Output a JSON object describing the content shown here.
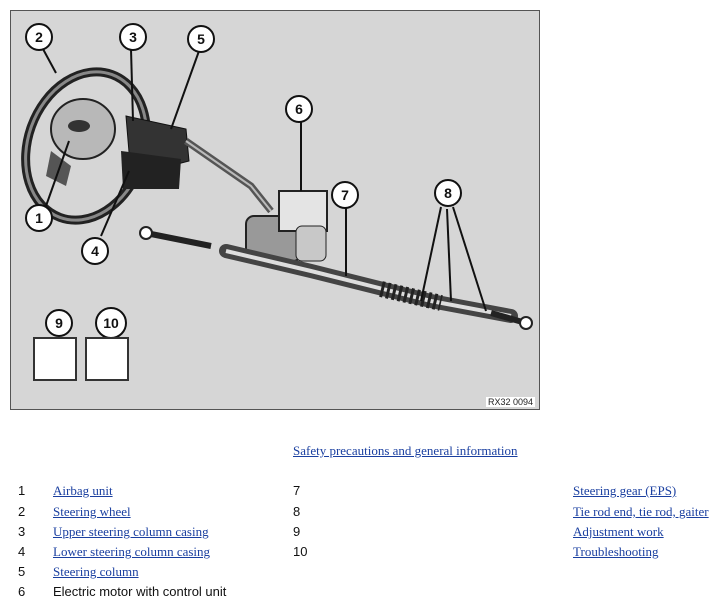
{
  "figure": {
    "code": "RX32 0094",
    "callouts": [
      "1",
      "2",
      "3",
      "4",
      "5",
      "6",
      "7",
      "8",
      "9",
      "10"
    ],
    "icons": [
      "car-adjust-icon",
      "car-question-icon"
    ]
  },
  "links": {
    "safety": "Safety precautions and general information"
  },
  "legend": {
    "left": [
      {
        "num": "1",
        "label": "Airbag unit"
      },
      {
        "num": "2",
        "label": "Steering wheel"
      },
      {
        "num": "3",
        "label": "Upper steering column casing"
      },
      {
        "num": "4",
        "label": "Lower steering column casing"
      },
      {
        "num": "5",
        "label": "Steering column"
      },
      {
        "num": "6",
        "label": "Electric motor with control unit"
      }
    ],
    "right": [
      {
        "num": "7",
        "label": "Steering gear (EPS)"
      },
      {
        "num": "8",
        "label": "Tie rod end, tie rod, gaiter"
      },
      {
        "num": "9",
        "label": "Adjustment work"
      },
      {
        "num": "10",
        "label": "Troubleshooting"
      }
    ]
  }
}
